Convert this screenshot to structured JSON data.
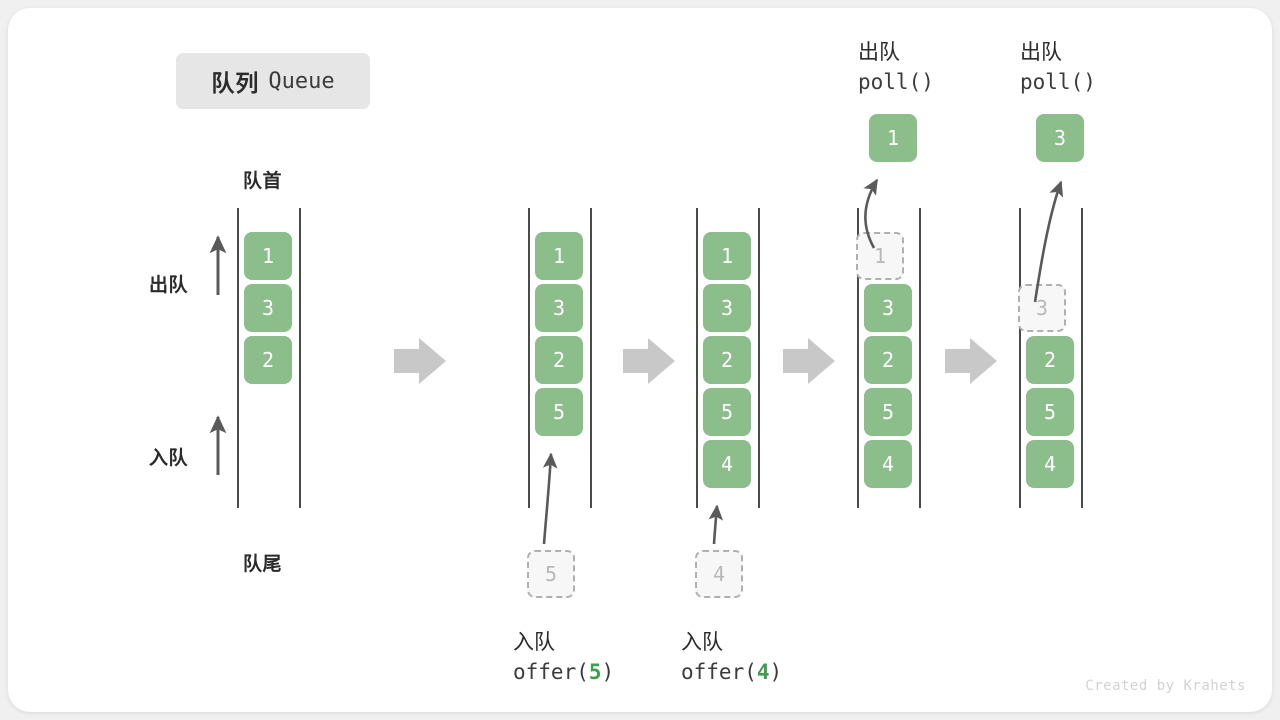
{
  "title": {
    "cn": "队列",
    "en": "Queue"
  },
  "credit": "Created by Krahets",
  "colors": {
    "element": "#8cbe8c",
    "ghost_fill": "#f7f7f7",
    "ghost_border": "#b0b0b0",
    "rail": "#4a4a4a",
    "arrow": "#5a5a5a",
    "step_arrow": "#c8c8c8",
    "accent_green": "#3e9e52",
    "badge_bg": "#e6e6e6"
  },
  "side_labels": {
    "head": "队首",
    "tail": "队尾",
    "dequeue": "出队",
    "enqueue": "入队"
  },
  "stages": [
    {
      "id": "stage-1",
      "caption_cn": "",
      "caption_code": "",
      "cells": [
        {
          "value": "1",
          "ghost": false
        },
        {
          "value": "3",
          "ghost": false
        },
        {
          "value": "2",
          "ghost": false
        }
      ],
      "incoming": null,
      "popped": null,
      "top_label_cn": "",
      "top_label_code": ""
    },
    {
      "id": "stage-2",
      "caption_cn": "入队",
      "caption_code": "offer(5)",
      "caption_arg": "5",
      "cells": [
        {
          "value": "1",
          "ghost": false
        },
        {
          "value": "3",
          "ghost": false
        },
        {
          "value": "2",
          "ghost": false
        },
        {
          "value": "5",
          "ghost": false
        }
      ],
      "incoming": {
        "value": "5"
      },
      "popped": null,
      "top_label_cn": "",
      "top_label_code": ""
    },
    {
      "id": "stage-3",
      "caption_cn": "入队",
      "caption_code": "offer(4)",
      "caption_arg": "4",
      "cells": [
        {
          "value": "1",
          "ghost": false
        },
        {
          "value": "3",
          "ghost": false
        },
        {
          "value": "2",
          "ghost": false
        },
        {
          "value": "5",
          "ghost": false
        },
        {
          "value": "4",
          "ghost": false
        }
      ],
      "incoming": {
        "value": "4"
      },
      "popped": null,
      "top_label_cn": "",
      "top_label_code": ""
    },
    {
      "id": "stage-4",
      "caption_cn": "",
      "caption_code": "",
      "cells": [
        {
          "value": "1",
          "ghost": true
        },
        {
          "value": "3",
          "ghost": false
        },
        {
          "value": "2",
          "ghost": false
        },
        {
          "value": "5",
          "ghost": false
        },
        {
          "value": "4",
          "ghost": false
        }
      ],
      "incoming": null,
      "popped": {
        "value": "1"
      },
      "top_label_cn": "出队",
      "top_label_code": "poll()"
    },
    {
      "id": "stage-5",
      "caption_cn": "",
      "caption_code": "",
      "cells": [
        {
          "value": "",
          "ghost": false,
          "empty": true
        },
        {
          "value": "3",
          "ghost": true
        },
        {
          "value": "2",
          "ghost": false
        },
        {
          "value": "5",
          "ghost": false
        },
        {
          "value": "4",
          "ghost": false
        }
      ],
      "incoming": null,
      "popped": {
        "value": "3"
      },
      "top_label_cn": "出队",
      "top_label_code": "poll()"
    }
  ],
  "step_arrows": [
    {
      "name": "step-arrow-1"
    },
    {
      "name": "step-arrow-2"
    },
    {
      "name": "step-arrow-3"
    },
    {
      "name": "step-arrow-4"
    }
  ]
}
